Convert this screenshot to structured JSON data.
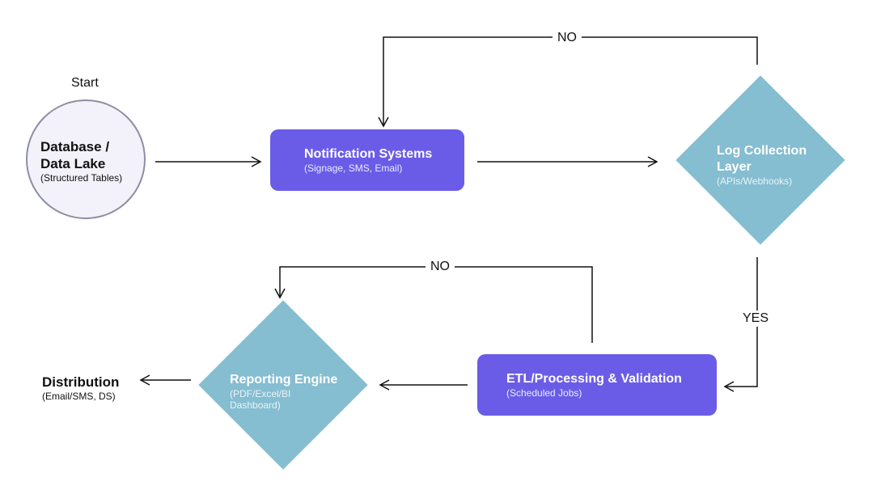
{
  "start_label": "Start",
  "source": {
    "title_line1": "Database /",
    "title_line2": "Data Lake",
    "subtitle": "(Structured Tables)"
  },
  "notification": {
    "title": "Notification Systems",
    "subtitle": "(Signage, SMS, Email)"
  },
  "log_collection": {
    "title_line1": "Log Collection",
    "title_line2": "Layer",
    "subtitle": "(APIs/Webhooks)"
  },
  "etl": {
    "title": "ETL/Processing & Validation",
    "subtitle": "(Scheduled Jobs)"
  },
  "reporting": {
    "title": "Reporting Engine",
    "subtitle_line1": "(PDF/Excel/BI",
    "subtitle_line2": "Dashboard)"
  },
  "distribution": {
    "title": "Distribution",
    "subtitle": "(Email/SMS, DS)"
  },
  "edges": {
    "no_top": "NO",
    "yes": "YES",
    "no_bottom": "NO"
  }
}
